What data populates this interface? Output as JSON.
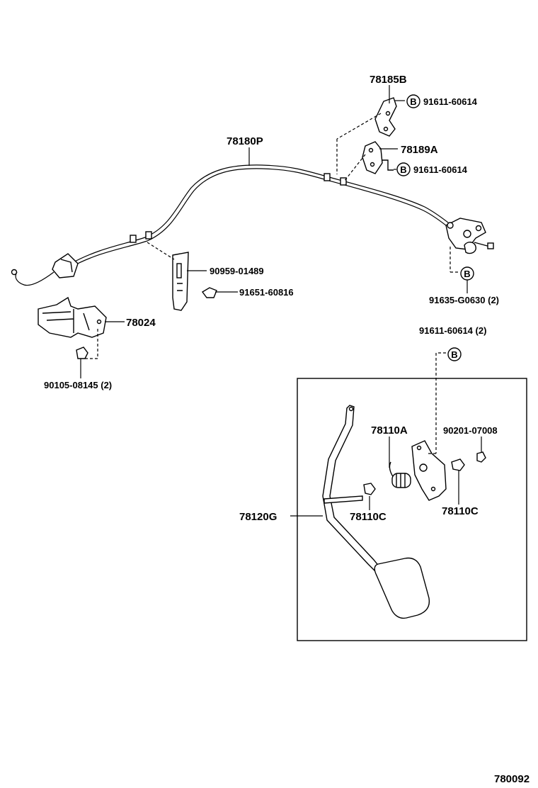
{
  "parts": {
    "cable": "78180P",
    "bracket_top": "78185B",
    "bracket_mid": "78189A",
    "bolt_top": "91611-60614",
    "bolt_mid": "91611-60614",
    "clamp": "90959-01489",
    "screw_clamp": "91651-60816",
    "bracket_left": "78024",
    "bolt_left": "90105-08145 (2)",
    "bolt_right": "91635-G0630 (2)",
    "bolt_box": "91611-60614 (2)",
    "spring": "78110A",
    "washer": "90201-07008",
    "bushing_left": "78110C",
    "bushing_right": "78110C",
    "pedal": "78120G"
  },
  "callout_letter": "B",
  "diagram_id": "780092"
}
